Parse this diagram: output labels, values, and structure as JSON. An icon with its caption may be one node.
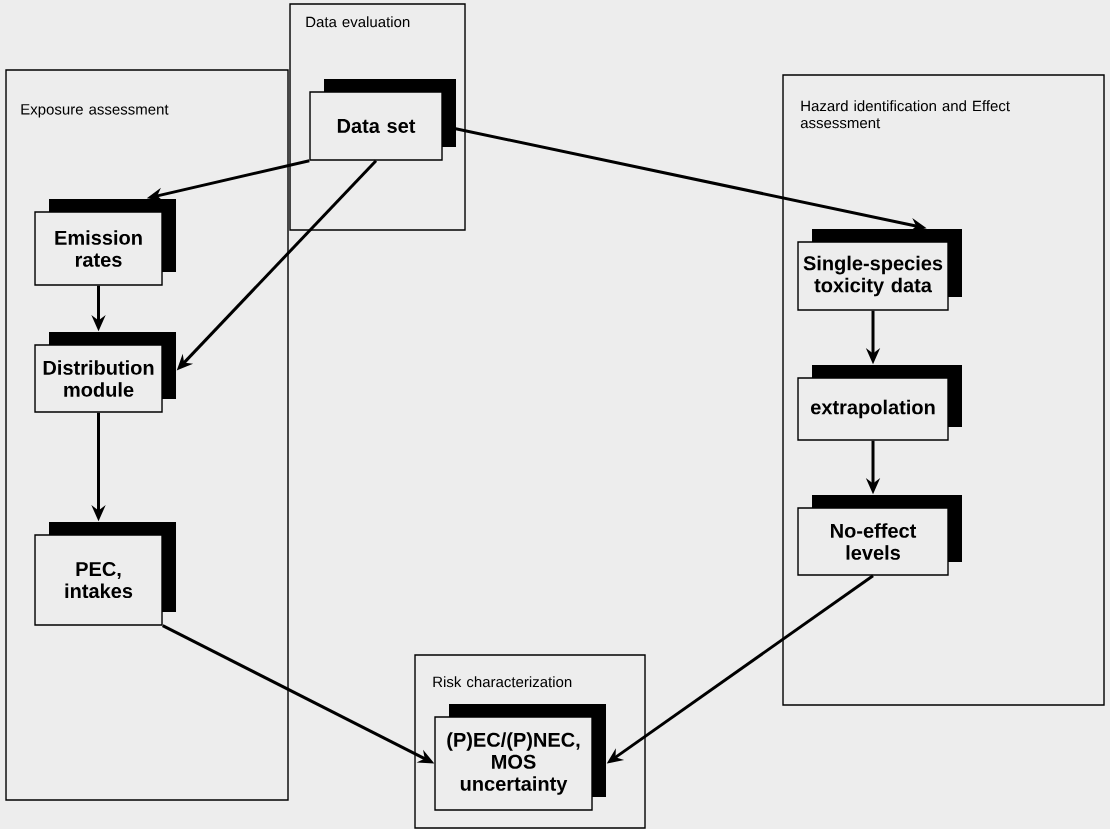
{
  "diagram": {
    "nodes": [
      {
        "text": [
          "Data evaluation"
        ]
      },
      {
        "text": [
          "Data set"
        ],
        "in": 0
      },
      {
        "text": [
          "Exposure assessment"
        ]
      },
      {
        "text": [
          "Emission rates"
        ],
        "in": 2
      },
      {
        "text": [
          "Distribution module"
        ],
        "in": 2
      },
      {
        "text": [
          "PEC, intakes"
        ],
        "in": 2
      },
      {
        "text": [
          "Hazard identification and Effect assessment"
        ]
      },
      {
        "text": [
          "Single-species toxicity data"
        ],
        "in": 6
      },
      {
        "text": [
          "extrapolation"
        ],
        "in": 6
      },
      {
        "text": [
          "No-effect levels"
        ],
        "in": 6
      },
      {
        "text": [
          "Risk characterization"
        ]
      },
      {
        "text": [
          "(P)EC/(P)NEC, MOS uncertainty"
        ],
        "in": 10
      }
    ],
    "edges": [
      {
        "from": 1,
        "to": 3,
        "arrow": "to"
      },
      {
        "from": 1,
        "to": 4,
        "arrow": "to"
      },
      {
        "from": 1,
        "to": 7,
        "arrow": "to"
      },
      {
        "from": 3,
        "to": 4,
        "arrow": "to"
      },
      {
        "from": 4,
        "to": 5,
        "arrow": "to"
      },
      {
        "from": 7,
        "to": 8,
        "arrow": "to"
      },
      {
        "from": 8,
        "to": 9,
        "arrow": "to"
      },
      {
        "from": 5,
        "to": 11,
        "arrow": "to"
      },
      {
        "from": 9,
        "to": 11,
        "arrow": "to"
      }
    ]
  }
}
